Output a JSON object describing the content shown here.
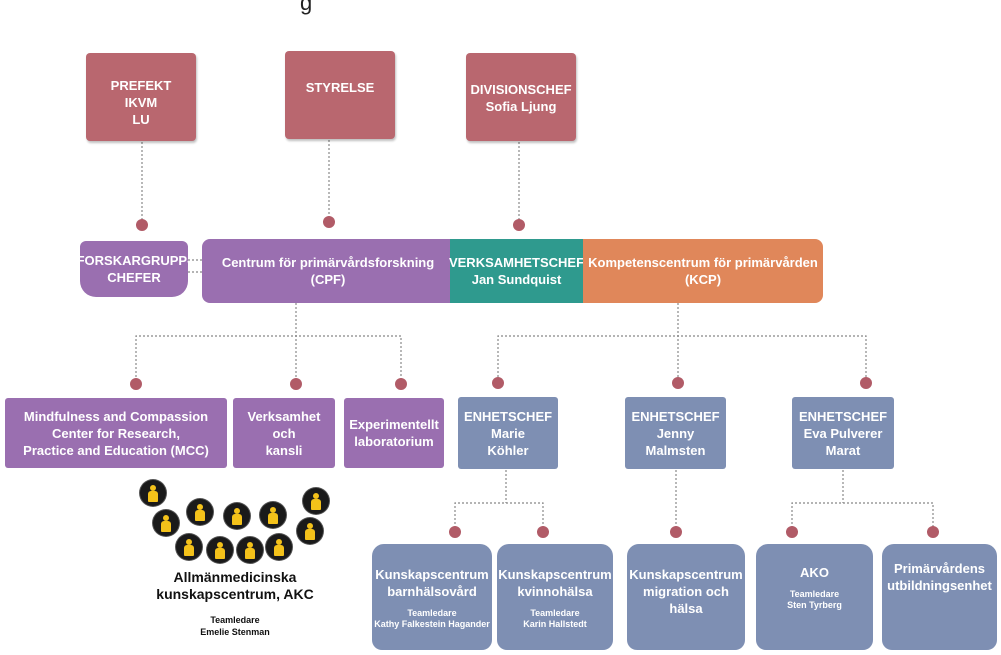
{
  "header_fragment": "g",
  "top": {
    "prefekt": [
      "PREFEKT",
      "IKVM",
      "LU"
    ],
    "styrelse": [
      "STYRELSE"
    ],
    "divisionschef": [
      "DIVISIONSCHEF",
      "Sofia Ljung"
    ]
  },
  "middle": {
    "forskargrupp": [
      "FORSKARGRUPP-",
      "CHEFER"
    ],
    "cpf": [
      "Centrum för primärvårdsforskning",
      "(CPF)"
    ],
    "verksamhetschef": [
      "VERKSAMHETSCHEF",
      "Jan Sundquist"
    ],
    "kcp": [
      "Kompetenscentrum för primärvården",
      "(KCP)"
    ]
  },
  "left_units": {
    "mcc": [
      "Mindfulness and Compassion",
      "Center for Research,",
      "Practice and Education (MCC)"
    ],
    "kansli": [
      "Verksamhet",
      "och",
      "kansli"
    ],
    "lab": [
      "Experimentellt",
      "laboratorium"
    ]
  },
  "akc": {
    "title": [
      "Allmänmedicinska",
      "kunskapscentrum, AKC"
    ],
    "lead_label": "Teamledare",
    "lead_name": "Emelie Stenman"
  },
  "enhetschefer": [
    [
      "ENHETSCHEF",
      "Marie",
      "Köhler"
    ],
    [
      "ENHETSCHEF",
      "Jenny",
      "Malmsten"
    ],
    [
      "ENHETSCHEF",
      "Eva Pulverer",
      "Marat"
    ]
  ],
  "centres": {
    "barn": {
      "title": [
        "Kunskapscentrum",
        "barnhälsovård"
      ],
      "lead_label": "Teamledare",
      "lead_name": "Kathy Falkestein Hagander"
    },
    "kvinno": {
      "title": [
        "Kunskapscentrum",
        "kvinnohälsa"
      ],
      "lead_label": "Teamledare",
      "lead_name": "Karin Hallstedt"
    },
    "migration": {
      "title": [
        "Kunskapscentrum",
        "migration och",
        "hälsa"
      ]
    },
    "ako": {
      "title": [
        "AKO"
      ],
      "lead_label": "Teamledare",
      "lead_name": "Sten Tyrberg"
    },
    "utb": {
      "title": [
        "Primärvårdens",
        "utbildningsenhet"
      ]
    }
  },
  "colors": {
    "rose": "#b9676f",
    "purple": "#9a6fb0",
    "teal": "#2f9a8e",
    "orange": "#e0875a",
    "slate": "#7e8fb3",
    "dot": "#b15b67",
    "person": "#f4c21a"
  }
}
